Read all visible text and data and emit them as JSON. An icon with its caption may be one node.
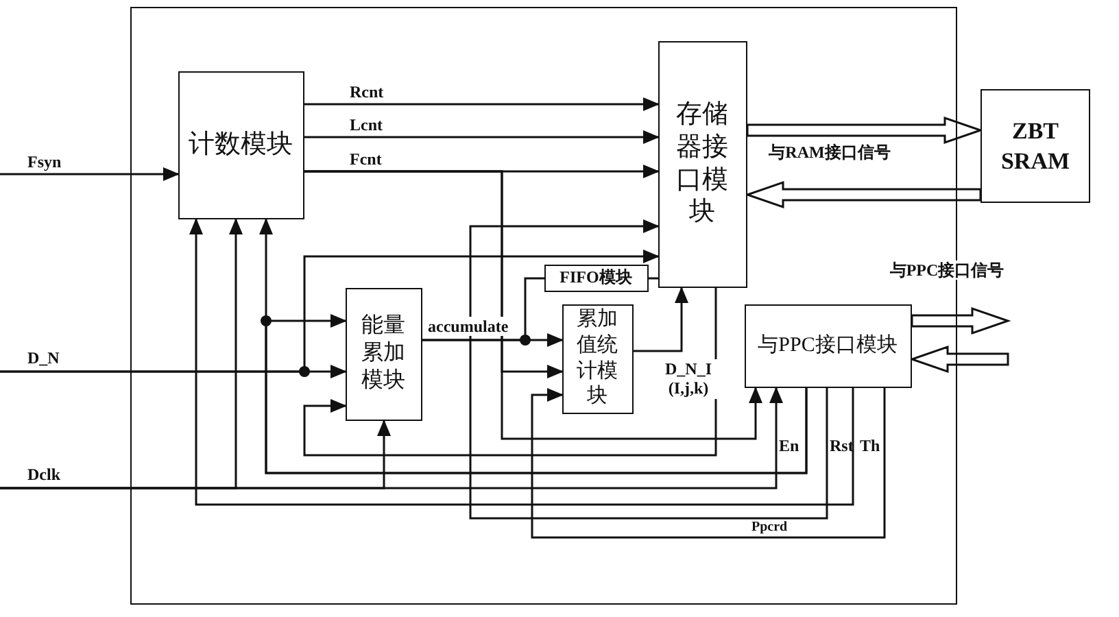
{
  "diagram": {
    "nodes": [
      {
        "text": [],
        "shape": "box"
      },
      {
        "text": [
          "计数模块"
        ],
        "in": 0
      },
      {
        "text": [
          "存储器接口模块"
        ],
        "in": 0
      },
      {
        "text": [
          "ZBT SRAM"
        ]
      },
      {
        "text": [
          "FIFO模块"
        ],
        "in": 0
      },
      {
        "text": [
          "能量累加模块"
        ],
        "in": 0
      },
      {
        "text": [
          "累加值统计模块"
        ],
        "in": 0
      },
      {
        "text": [
          "与PPC接口模块"
        ],
        "in": 0
      }
    ],
    "edges": [
      {
        "from": null,
        "to": 1,
        "arrow": "to",
        "label": "Fsyn"
      },
      {
        "from": null,
        "to": 5,
        "arrow": "to",
        "label": "D_N"
      },
      {
        "from": null,
        "to": 5,
        "arrow": "to",
        "label": "Dclk"
      },
      {
        "from": 1,
        "to": 2,
        "arrow": "to",
        "label": "Rcnt"
      },
      {
        "from": 1,
        "to": 2,
        "arrow": "to",
        "label": "Lcnt"
      },
      {
        "from": 1,
        "to": 2,
        "arrow": "to",
        "label": "Fcnt"
      },
      {
        "from": 5,
        "to": 6,
        "arrow": "to",
        "label": "accumulate"
      },
      {
        "from": 5,
        "to": 4,
        "arrow": "none"
      },
      {
        "from": 4,
        "to": 2,
        "arrow": "none"
      },
      {
        "from": 6,
        "to": 2,
        "arrow": "to",
        "label": "D_N_I (I,j,k)"
      },
      {
        "from": 2,
        "to": 3,
        "arrow": "to",
        "style": "thick"
      },
      {
        "from": 3,
        "to": 2,
        "arrow": "to",
        "style": "thick"
      },
      {
        "from": 7,
        "to": null,
        "arrow": "to",
        "style": "thick"
      },
      {
        "from": null,
        "to": 7,
        "arrow": "to",
        "style": "thick"
      },
      {
        "from": 1,
        "to": 7,
        "arrow": "to"
      },
      {
        "from": 1,
        "to": 6,
        "arrow": "to"
      },
      {
        "from": null,
        "to": 7,
        "arrow": "to"
      },
      {
        "from": null,
        "to": 1,
        "arrow": "to"
      },
      {
        "from": 7,
        "to": 1,
        "arrow": "to"
      },
      {
        "from": 7,
        "to": 5,
        "arrow": "to"
      },
      {
        "from": 7,
        "to": 2,
        "arrow": "to"
      },
      {
        "from": 7,
        "to": 1,
        "arrow": "to"
      },
      {
        "from": 7,
        "to": 6,
        "arrow": "to"
      },
      {
        "from": 2,
        "to": 5,
        "arrow": "to"
      },
      {
        "from": null,
        "to": 2,
        "arrow": "to"
      }
    ],
    "labels": [
      "与RAM接口信号",
      "与PPC接口信号",
      "En",
      "Rst",
      "Th",
      "Ppcrd"
    ]
  }
}
